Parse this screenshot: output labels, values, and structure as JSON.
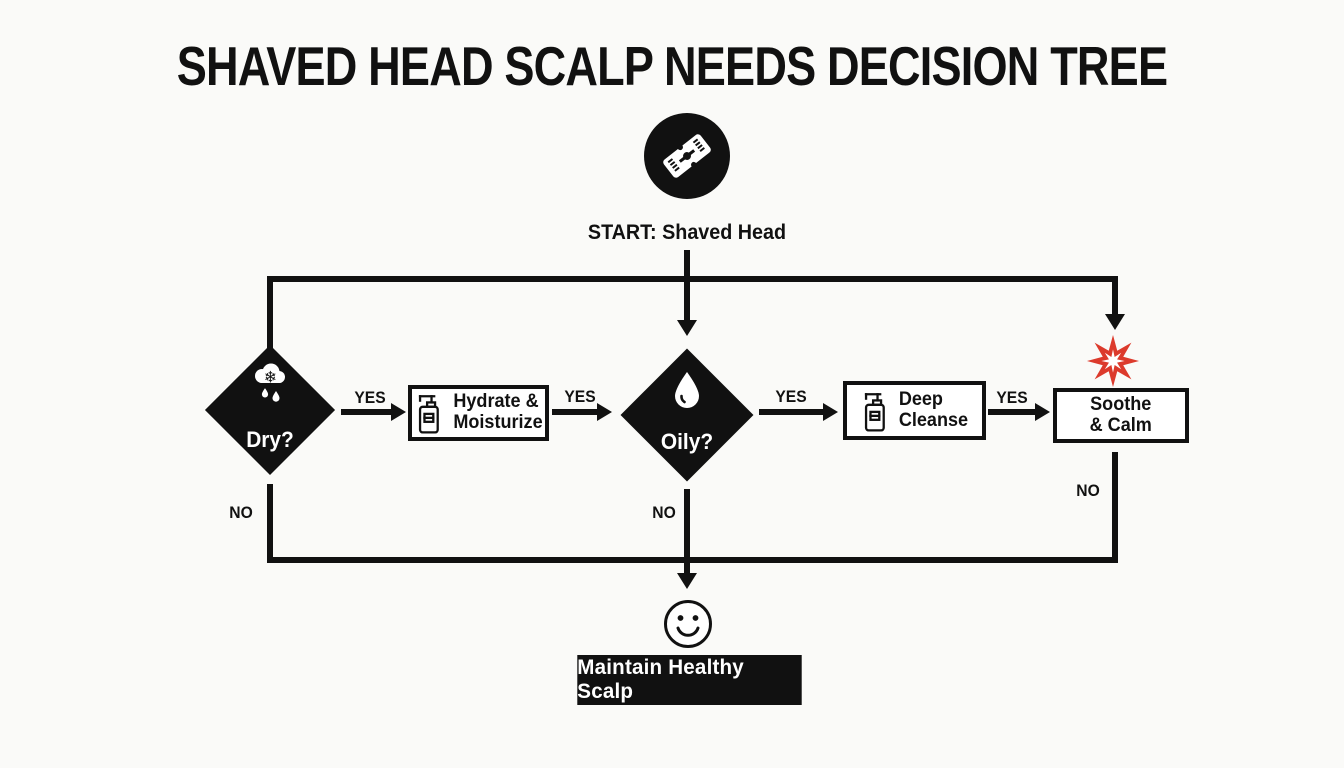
{
  "title": "SHAVED HEAD SCALP NEEDS DECISION TREE",
  "start": {
    "label": "START: Shaved Head"
  },
  "decisions": {
    "dry": {
      "label": "Dry?"
    },
    "oily": {
      "label": "Oily?"
    }
  },
  "actions": {
    "hydrate": {
      "line1": "Hydrate &",
      "line2": "Moisturize"
    },
    "deep_cleanse": {
      "line1": "Deep",
      "line2": "Cleanse"
    },
    "soothe": {
      "line1": "Soothe",
      "line2": "& Calm"
    },
    "maintain": {
      "label": "Maintain Healthy Scalp"
    }
  },
  "edge_labels": {
    "dry_yes": "YES",
    "hydrate_yes": "YES",
    "oily_yes": "YES",
    "cleanse_yes": "YES",
    "dry_no": "NO",
    "oily_no": "NO",
    "soothe_no": "NO"
  },
  "colors": {
    "ink": "#111111",
    "alert_red": "#dc3a2c",
    "background": "#fafaf8"
  }
}
